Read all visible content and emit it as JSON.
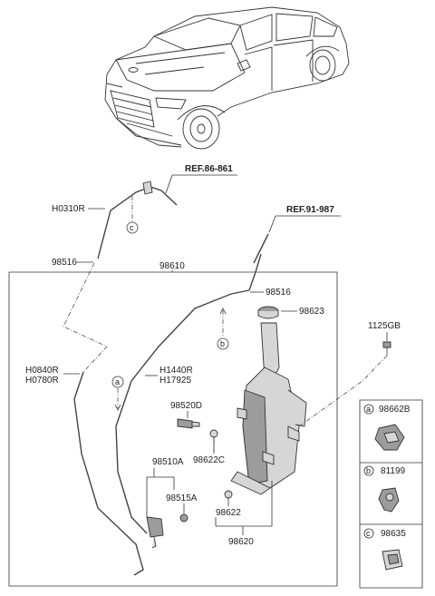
{
  "refs": {
    "ref1": "REF.86-861",
    "ref2": "REF.91-987"
  },
  "labels": {
    "h0310r": "H0310R",
    "p98516_top": "98516",
    "p98610": "98610",
    "p98516_mid": "98516",
    "p98623": "98623",
    "p1125gb": "1125GB",
    "h0840r": "H0840R",
    "h0780r": "H0780R",
    "h1440r": "H1440R",
    "h17925": "H17925",
    "p98520d": "98520D",
    "p98622c": "98622C",
    "p98510a": "98510A",
    "p98515a": "98515A",
    "p98622": "98622",
    "p98620": "98620"
  },
  "callouts": {
    "a": "a",
    "b": "b",
    "c": "c"
  },
  "legend": [
    {
      "letter": "a",
      "part": "98662B"
    },
    {
      "letter": "b",
      "part": "81199"
    },
    {
      "letter": "c",
      "part": "98635"
    }
  ]
}
